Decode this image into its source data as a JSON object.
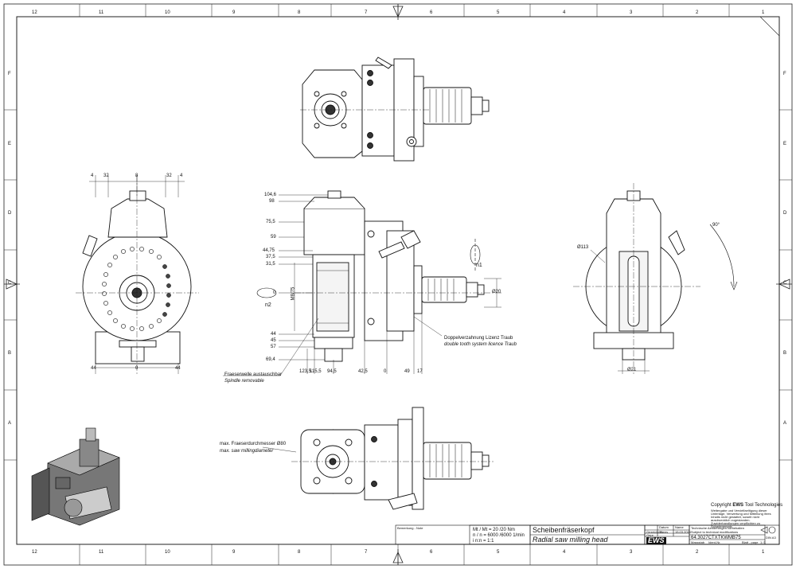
{
  "frame": {
    "col_labels_top": [
      "12",
      "11",
      "10",
      "9",
      "8",
      "7",
      "6",
      "5",
      "4",
      "3",
      "2",
      "1"
    ],
    "col_labels_bottom": [
      "12",
      "11",
      "10",
      "9",
      "8",
      "7",
      "6",
      "5",
      "4",
      "3",
      "2",
      "1"
    ],
    "row_labels": [
      "F",
      "E",
      "D",
      "C",
      "B",
      "A"
    ]
  },
  "dims": {
    "front_top": [
      "4",
      "32",
      "8",
      "32",
      "4"
    ],
    "front_bottom": [
      "44",
      "0",
      "44"
    ],
    "side_left": [
      "104,6",
      "98",
      "75,5",
      "59",
      "44,75",
      "37,5",
      "31,5",
      "0",
      "44",
      "45",
      "57",
      "69,4"
    ],
    "side_bottom": [
      "123,5",
      "115,5",
      "94,5",
      "42,5",
      "0",
      "49",
      "17"
    ],
    "mb75": "M8/75",
    "d20": "Ø20",
    "d113": "Ø113",
    "d21": "Ø21",
    "angle": "90°"
  },
  "labels": {
    "n1": "n1",
    "n2": "n2",
    "double_tooth_de": "Doppelverzahnung Lizenz Traub",
    "double_tooth_en": "double tooth system licence Traub",
    "spindle_de": "Fraeserwelle austauschbar",
    "spindle_en": "Spindle removable",
    "saw_de": "max. Fraeserdurchmesser Ø80",
    "saw_en": "max. saw millingdiameter"
  },
  "titleblock": {
    "copyright": "Copyright",
    "brand": "EWS",
    "brand_suffix": "Tool Technologies",
    "notice": "Weitergabe und Vervielfaeltigung dieser Unterlage, Verwertung und Mitteilung ihres Inhalts nicht gestattet, soweit nicht ausdruecklich zugestanden. Zuwiderhandlungen verpflichten zu Schadenersatz.",
    "torque": "Mt / Mt = 20 /20  Nm",
    "speed": "n / n = 6000 /6000  1/min",
    "ratio": "i  n:n = 1:1",
    "title_de": "Scheibenfräserkopf",
    "title_en": "Radial saw milling head",
    "part_no": "64.3027CTXTKWMB75",
    "col_date": "Datum",
    "col_name": "Name",
    "drawn": "Gezeichnet",
    "checked": "Gepr.",
    "norm": "Norm",
    "changes_de": "Technische Aenderungen vorbehalten",
    "changes_en": "Subject to technical modifications",
    "logo": "EWS",
    "sheet": "Blatt - page",
    "sheet_no": "1 /1",
    "format": "DIN A3",
    "bemerk": "Bemerkung - Note",
    "scale_lbl": "Massstab",
    "name_lbl": "Ident-Nr.",
    "drawn_name": "Thees",
    "drawn_date": "15.03.2016"
  }
}
